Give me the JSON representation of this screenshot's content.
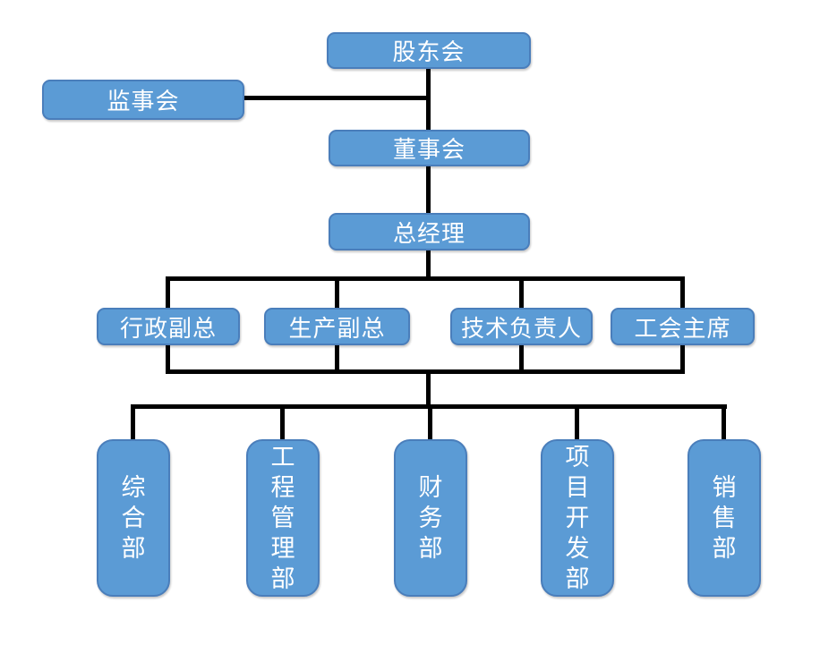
{
  "org": {
    "nodes": {
      "shareholders": {
        "label": "股东会"
      },
      "supervisors": {
        "label": "监事会"
      },
      "board_of_directors": {
        "label": "董事会"
      },
      "general_manager": {
        "label": "总经理"
      },
      "admin_deputy_gm": {
        "label": "行政副总"
      },
      "production_deputy_gm": {
        "label": "生产副总"
      },
      "technical_lead": {
        "label": "技术负责人"
      },
      "union_chairman": {
        "label": "工会主席"
      },
      "general_affairs_dept": {
        "label": "综合部"
      },
      "engineering_mgmt_dept": {
        "label": "工程管理部"
      },
      "finance_dept": {
        "label": "财务部"
      },
      "project_dev_dept": {
        "label": "项目开发部"
      },
      "sales_dept": {
        "label": "销售部"
      }
    },
    "hierarchy": [
      {
        "parent": "股东会",
        "children": [
          "监事会",
          "董事会"
        ]
      },
      {
        "parent": "董事会",
        "children": [
          "总经理"
        ]
      },
      {
        "parent": "总经理",
        "children": [
          "行政副总",
          "生产副总",
          "技术负责人",
          "工会主席"
        ]
      },
      {
        "parent": "行政副总|生产副总|技术负责人|工会主席",
        "children": [
          "综合部",
          "工程管理部",
          "财务部",
          "项目开发部",
          "销售部"
        ]
      }
    ],
    "colors": {
      "node_fill": "#5b9bd5",
      "node_border": "#4a7ebb",
      "node_text": "#ffffff",
      "connector": "#000000",
      "background": "#ffffff"
    }
  }
}
